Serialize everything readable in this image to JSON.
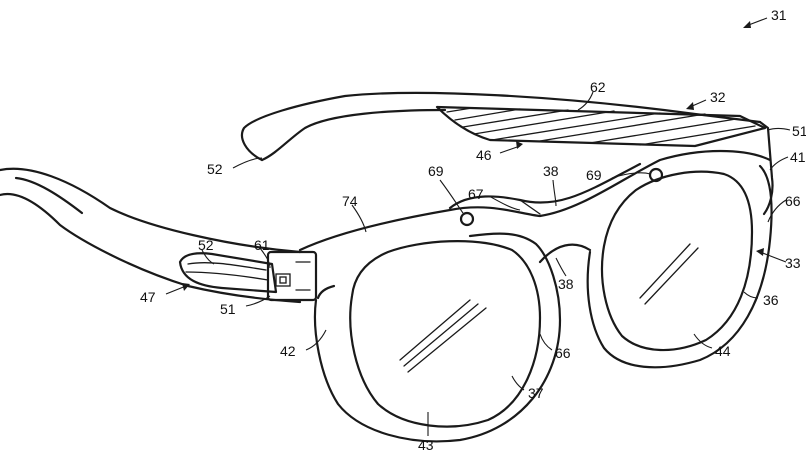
{
  "reference_numerals": [
    {
      "id": "n31",
      "text": "31"
    },
    {
      "id": "n32",
      "text": "32"
    },
    {
      "id": "n62",
      "text": "62"
    },
    {
      "id": "n51a",
      "text": "51"
    },
    {
      "id": "n41",
      "text": "41"
    },
    {
      "id": "n52a",
      "text": "52"
    },
    {
      "id": "n46",
      "text": "46"
    },
    {
      "id": "n69a",
      "text": "69"
    },
    {
      "id": "n38a",
      "text": "38"
    },
    {
      "id": "n69b",
      "text": "69"
    },
    {
      "id": "n67",
      "text": "67"
    },
    {
      "id": "n74",
      "text": "74"
    },
    {
      "id": "n66a",
      "text": "66"
    },
    {
      "id": "n33",
      "text": "33"
    },
    {
      "id": "n52b",
      "text": "52"
    },
    {
      "id": "n61",
      "text": "61"
    },
    {
      "id": "n38b",
      "text": "38"
    },
    {
      "id": "n47",
      "text": "47"
    },
    {
      "id": "n51b",
      "text": "51"
    },
    {
      "id": "n36",
      "text": "36"
    },
    {
      "id": "n42",
      "text": "42"
    },
    {
      "id": "n66b",
      "text": "66"
    },
    {
      "id": "n44",
      "text": "44"
    },
    {
      "id": "n37",
      "text": "37"
    },
    {
      "id": "n43",
      "text": "43"
    }
  ]
}
